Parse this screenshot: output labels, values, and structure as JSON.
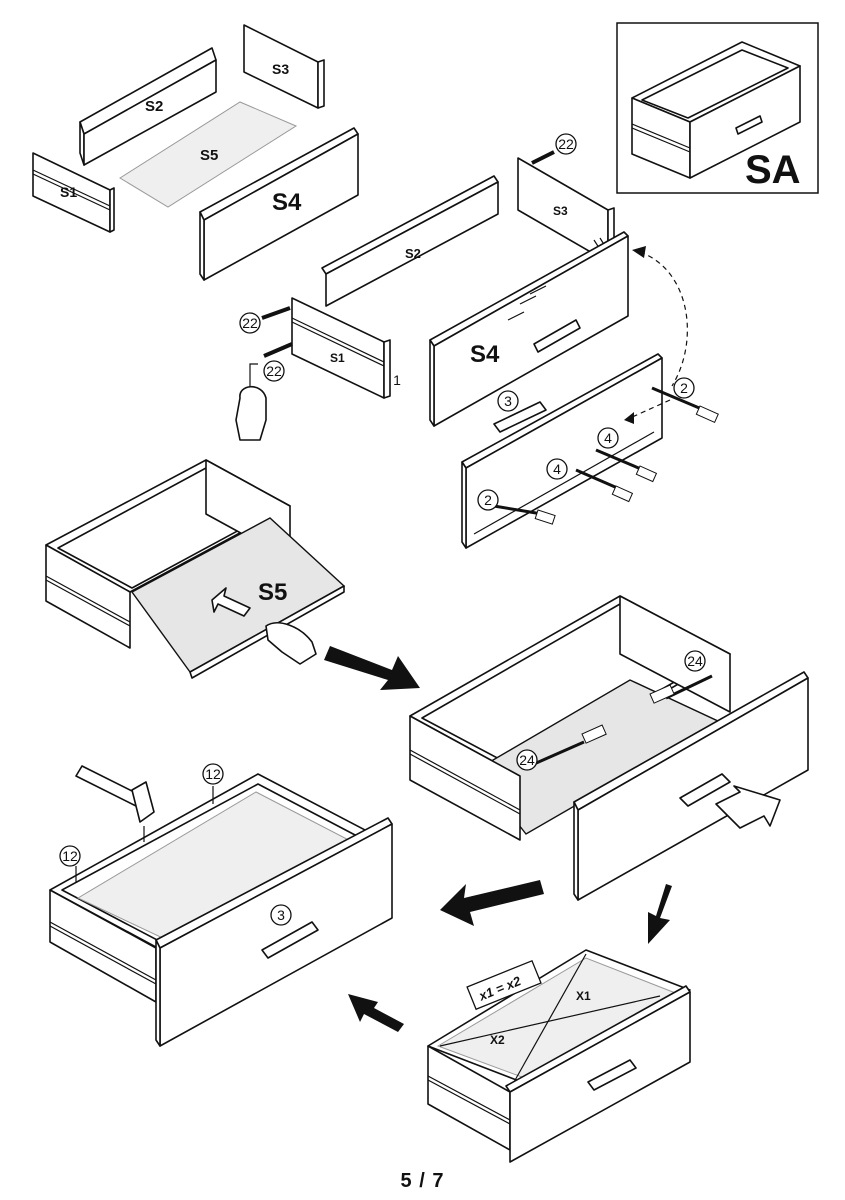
{
  "labels": {
    "sa": "SA",
    "s1": "S1",
    "s2": "S2",
    "s3": "S3",
    "s4": "S4",
    "s5": "S5",
    "s1b": "S1",
    "s2b": "S2",
    "s3b": "S3",
    "s4b": "S4",
    "s5b": "S5",
    "n22a": "22",
    "n22b": "22",
    "n22c": "22",
    "n2a": "2",
    "n2b": "2",
    "n3a": "3",
    "n4a": "4",
    "n4b": "4",
    "n24a": "24",
    "n24b": "24",
    "n12a": "12",
    "n12b": "12",
    "n3b": "3",
    "x1": "X1",
    "x2": "X2",
    "formula": "x1 = x2",
    "one": "1"
  },
  "page_number": "5 / 7"
}
